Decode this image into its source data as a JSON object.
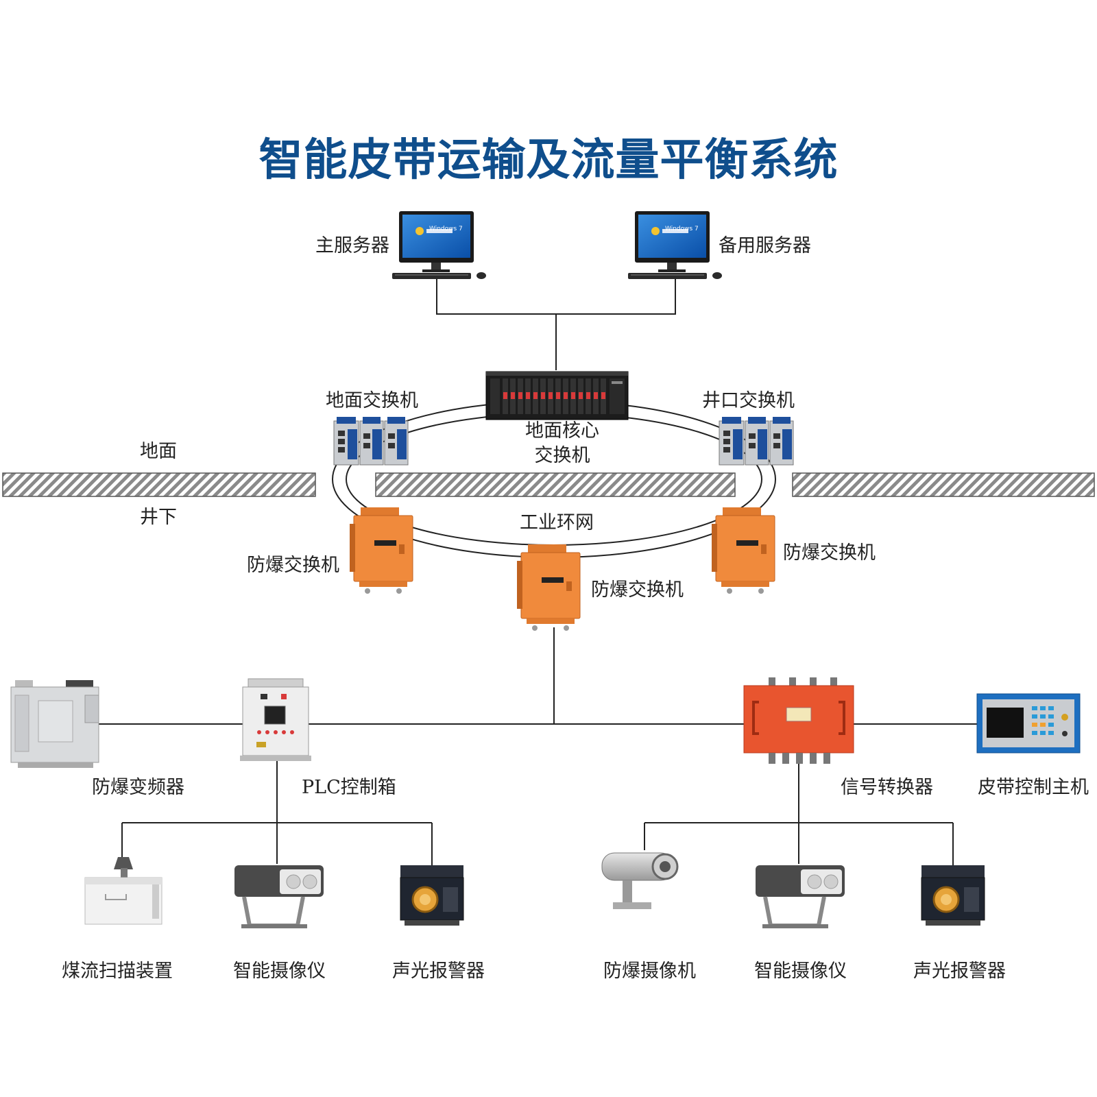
{
  "title": "智能皮带运输及流量平衡系统",
  "colors": {
    "title": "#0f4e8c",
    "line": "#222222",
    "explosion_proof_orange": "#f08a3c",
    "signal_converter_red": "#e8552f",
    "ground_hatch": "#888888"
  },
  "zones": {
    "ground": "地面",
    "underground": "井下"
  },
  "servers": {
    "main": "主服务器",
    "backup": "备用服务器",
    "os_badge": "Windows 7"
  },
  "switches": {
    "ground_switch": "地面交换机",
    "wellhead_switch": "井口交换机",
    "core_switch_line1": "地面核心",
    "core_switch_line2": "交换机",
    "ring_network": "工业环网",
    "explosion_proof_left": "防爆交换机",
    "explosion_proof_center": "防爆交换机",
    "explosion_proof_right": "防爆交换机"
  },
  "devices": {
    "vfd": "防爆变频器",
    "plc": "PLC控制箱",
    "signal_converter": "信号转换器",
    "belt_controller": "皮带控制主机"
  },
  "sub_devices_left": {
    "coal_scanner": "煤流扫描装置",
    "smart_camera": "智能摄像仪",
    "alarm": "声光报警器"
  },
  "sub_devices_right": {
    "ex_camera": "防爆摄像机",
    "smart_camera": "智能摄像仪",
    "alarm": "声光报警器"
  }
}
